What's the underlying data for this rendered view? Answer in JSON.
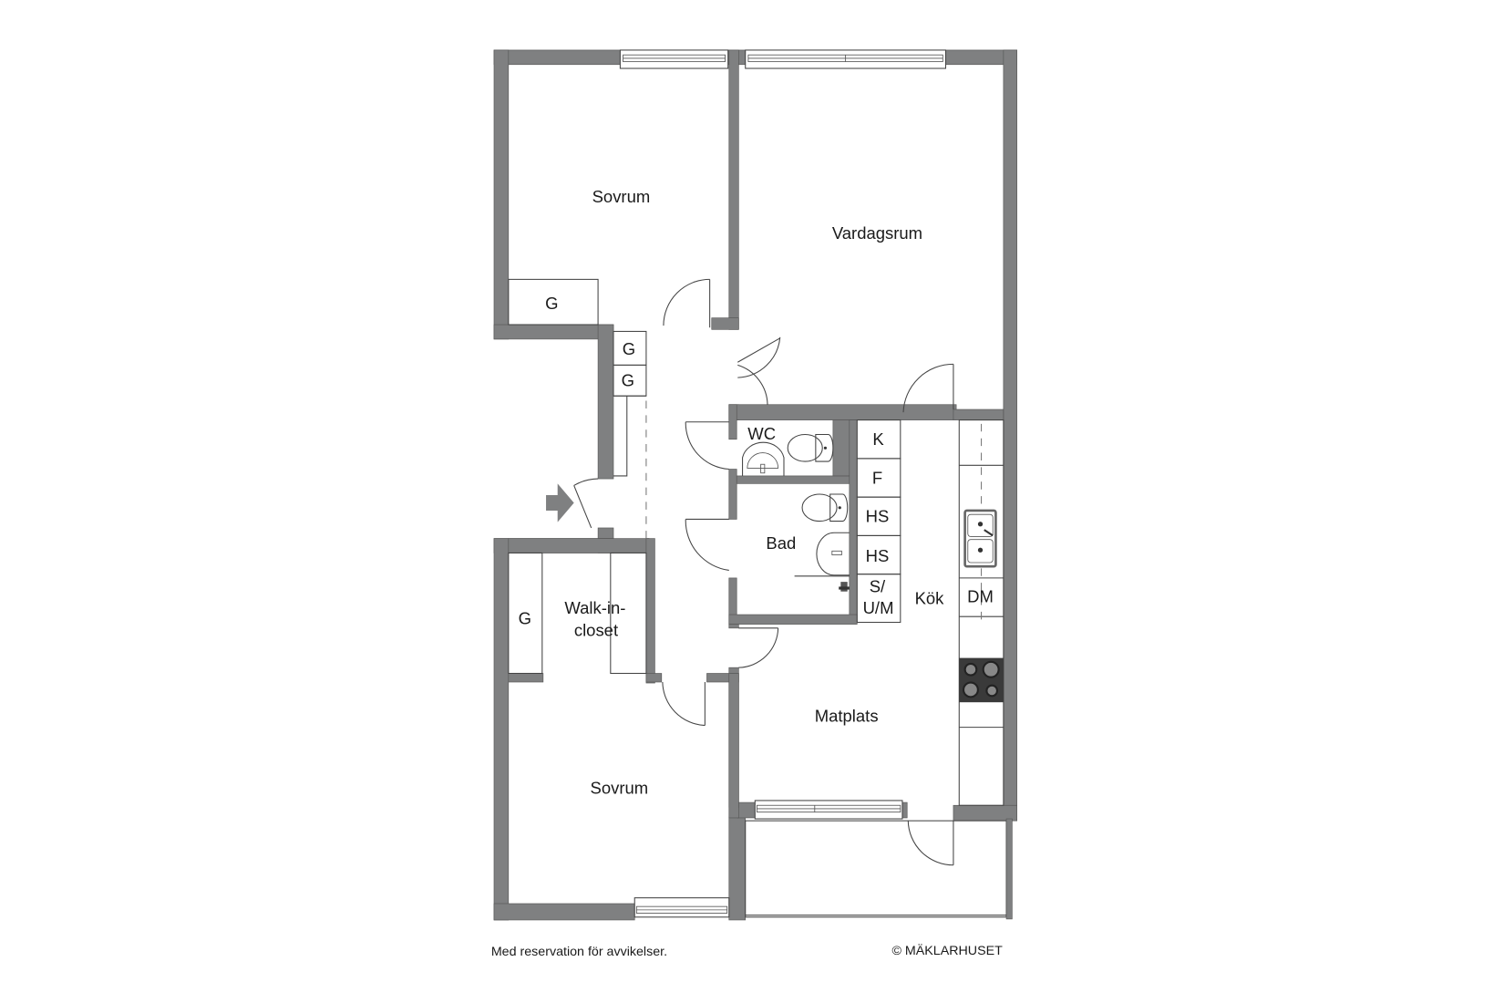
{
  "floorplan": {
    "rooms": {
      "bedroom_top": "Sovrum",
      "living_room": "Vardagsrum",
      "wc": "WC",
      "bath": "Bad",
      "kitchen": "Kök",
      "dining": "Matplats",
      "walk_in_closet_line1": "Walk-in-",
      "walk_in_closet_line2": "closet",
      "bedroom_bottom": "Sovrum"
    },
    "storage": {
      "bedroom_top_wardrobe": "G",
      "hall_wardrobe_1": "G",
      "hall_wardrobe_2": "G",
      "closet_wardrobe": "G"
    },
    "kitchen_units": {
      "fridge": "K",
      "freezer": "F",
      "tall_cabinet_1": "HS",
      "tall_cabinet_2": "HS",
      "utility_line1": "S/",
      "utility_line2": "U/M",
      "dishwasher": "DM"
    },
    "entrance_icon": "entrance-arrow-icon"
  },
  "footer": {
    "disclaimer": "Med reservation för avvikelser.",
    "copyright": "© MÄKLARHUSET"
  },
  "colors": {
    "wall": "#7f8081",
    "line": "#444444",
    "background": "#ffffff",
    "stove": "#3a3a3a"
  }
}
